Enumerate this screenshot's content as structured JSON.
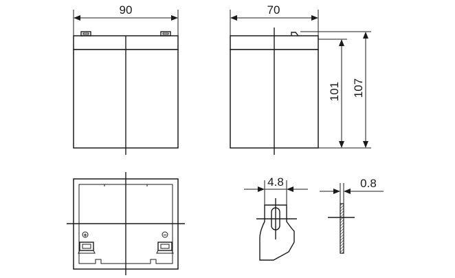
{
  "dimensions": {
    "front_width": "90",
    "side_depth": "70",
    "case_height": "101",
    "total_height": "107",
    "terminal_width": "4.8",
    "terminal_thickness": "0.8"
  },
  "terminal_symbols": {
    "positive": "+",
    "negative": "−"
  }
}
